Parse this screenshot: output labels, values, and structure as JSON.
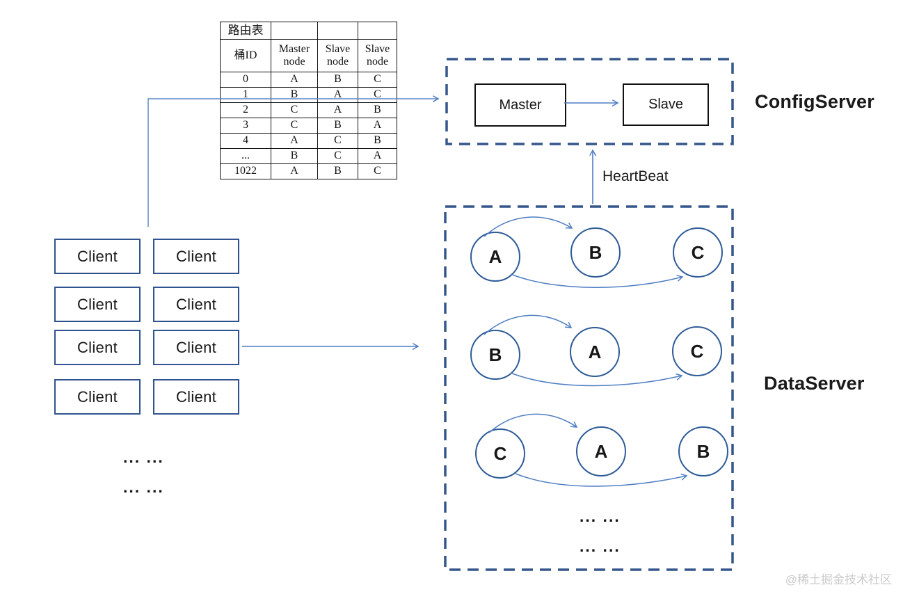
{
  "routing_table": {
    "title": "路由表",
    "col_headers": [
      "桶ID",
      "Master node",
      "Slave node",
      "Slave node"
    ],
    "rows": [
      [
        "0",
        "A",
        "B",
        "C"
      ],
      [
        "1",
        "B",
        "A",
        "C"
      ],
      [
        "2",
        "C",
        "A",
        "B"
      ],
      [
        "3",
        "C",
        "B",
        "A"
      ],
      [
        "4",
        "A",
        "C",
        "B"
      ],
      [
        "...",
        "B",
        "C",
        "A"
      ],
      [
        "1022",
        "A",
        "B",
        "C"
      ]
    ]
  },
  "clients": {
    "label": "Client",
    "count": 8,
    "ellipsis": [
      "... ...",
      "... ..."
    ]
  },
  "config_server": {
    "label": "ConfigServer",
    "master_label": "Master",
    "slave_label": "Slave"
  },
  "heartbeat_label": "HeartBeat",
  "data_server": {
    "label": "DataServer",
    "rows": [
      [
        "A",
        "B",
        "C"
      ],
      [
        "B",
        "A",
        "C"
      ],
      [
        "C",
        "A",
        "B"
      ]
    ],
    "ellipsis": [
      "... ...",
      "... ..."
    ]
  },
  "watermark": "@稀土掘金技术社区",
  "colors": {
    "dashed_border": "#35568B",
    "arrow": "#4F7DC2",
    "circle_border": "#2E5B97",
    "client_border": "#31538F",
    "table_border": "#111111",
    "watermark": "#CBCBCB"
  }
}
